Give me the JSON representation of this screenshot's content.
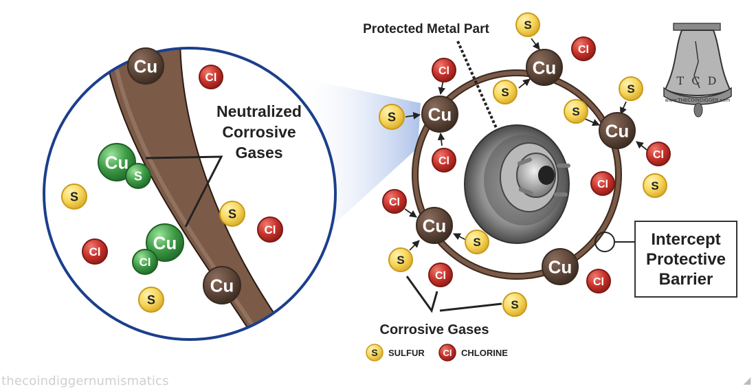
{
  "labels": {
    "protected_metal_part": "Protected Metal Part",
    "neutralized_line1": "Neutralized",
    "neutralized_line2": "Corrosive",
    "neutralized_line3": "Gases",
    "intercept_box": "Intercept\nProtective\nBarrier",
    "corrosive_gases": "Corrosive Gases"
  },
  "legend": [
    {
      "symbol": "S",
      "name": "SULFUR"
    },
    {
      "symbol": "Cl",
      "name": "CHLORINE"
    }
  ],
  "atoms": {
    "copper": "Cu",
    "sulfur": "S",
    "chlorine": "Cl"
  },
  "logo": {
    "letters": "T C D",
    "site": "www.THECOINDIGGER.com"
  },
  "watermark": "thecoindiggernumismatics",
  "colors": {
    "copper_fill": "#5c4538",
    "copper_edge": "#3a2a20",
    "sulfur_fill": "#f6d75c",
    "sulfur_edge": "#c99a1a",
    "chlorine_fill": "#c8322b",
    "chlorine_edge": "#7a1a15",
    "neutral_fill": "#3d9a45",
    "neutral_edge": "#1f5e26",
    "barrier_brown": "#7b5a47",
    "zoom_blue": "#1b3f8c"
  }
}
